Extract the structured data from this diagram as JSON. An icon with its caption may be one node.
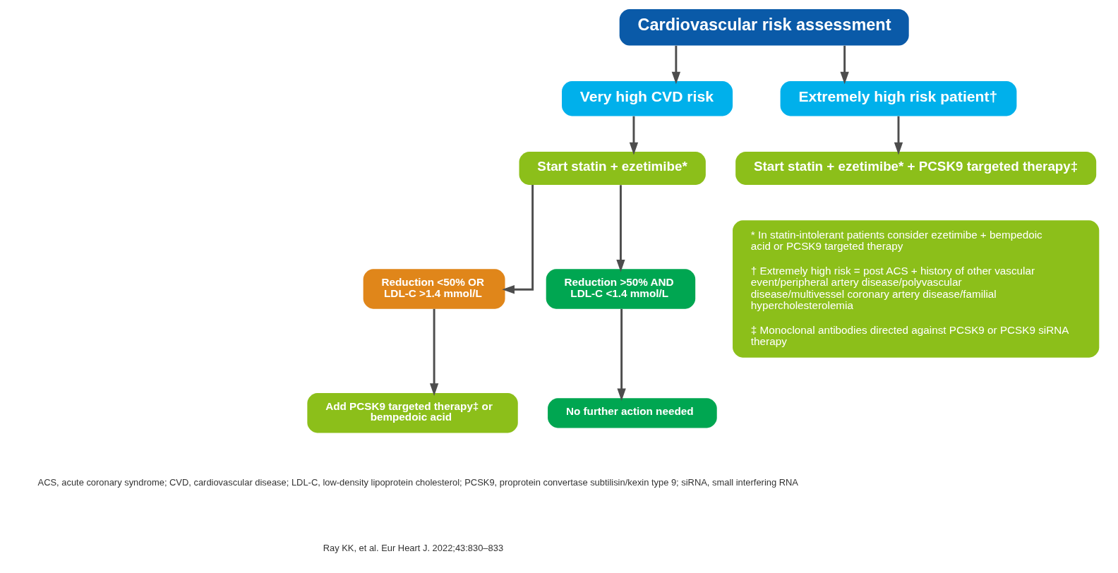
{
  "diagram": {
    "nodes": [
      {
        "text": [
          "Cardiovascular risk assessment"
        ]
      },
      {
        "text": [
          "Very high CVD risk"
        ]
      },
      {
        "text": [
          "Extremely high risk patient†"
        ]
      },
      {
        "text": [
          "Start statin + ezetimibe*"
        ]
      },
      {
        "text": [
          "Start statin + ezetimibe* + PCSK9 targeted therapy‡"
        ]
      },
      {
        "text": [
          "Reduction <50% OR LDL-C >1.4 mmol/L"
        ]
      },
      {
        "text": [
          "Reduction >50% AND LDL-C <1.4 mmol/L"
        ]
      },
      {
        "text": [
          "Add PCSK9 targeted therapy‡ or bempedoic acid"
        ]
      },
      {
        "text": [
          "No further action needed"
        ]
      },
      {
        "text": [
          "* In statin-intolerant patients consider ezetimibe + bempedoic acid or PCSK9 targeted therapy",
          "† Extremely high risk = post ACS + history of other vascular event/peripheral artery disease/polyvascular disease/multivessel coronary artery disease/familial hypercholesterolemia",
          "‡ Monoclonal antibodies directed against PCSK9 or PCSK9 siRNA therapy"
        ]
      }
    ],
    "edges": [
      {
        "from": 0,
        "to": 1,
        "arrow": "to"
      },
      {
        "from": 0,
        "to": 2,
        "arrow": "to"
      },
      {
        "from": 1,
        "to": 3,
        "arrow": "to"
      },
      {
        "from": 2,
        "to": 4,
        "arrow": "to"
      },
      {
        "from": 3,
        "to": 5,
        "arrow": "to"
      },
      {
        "from": 3,
        "to": 6,
        "arrow": "to"
      },
      {
        "from": 5,
        "to": 7,
        "arrow": "to"
      },
      {
        "from": 6,
        "to": 8,
        "arrow": "to"
      }
    ],
    "labels": [
      "ACS, acute coronary syndrome; CVD, cardiovascular disease; LDL-C, low-density lipoprotein cholesterol; PCSK9, proprotein convertase subtilisin/kexin type 9; siRNA, small interfering RNA",
      "Ray KK, et al. Eur Heart J. 2022;43:830–833"
    ]
  }
}
